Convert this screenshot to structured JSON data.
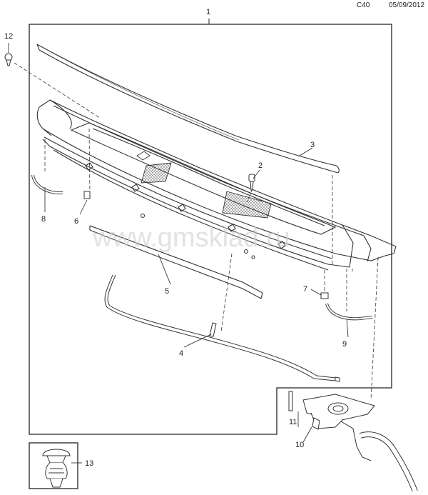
{
  "header": {
    "code": "C40",
    "date": "05/09/2012"
  },
  "watermark": "www.gmsklad.ru",
  "callouts": [
    "1",
    "2",
    "3",
    "4",
    "5",
    "6",
    "7",
    "8",
    "9",
    "10",
    "11",
    "12",
    "13"
  ]
}
